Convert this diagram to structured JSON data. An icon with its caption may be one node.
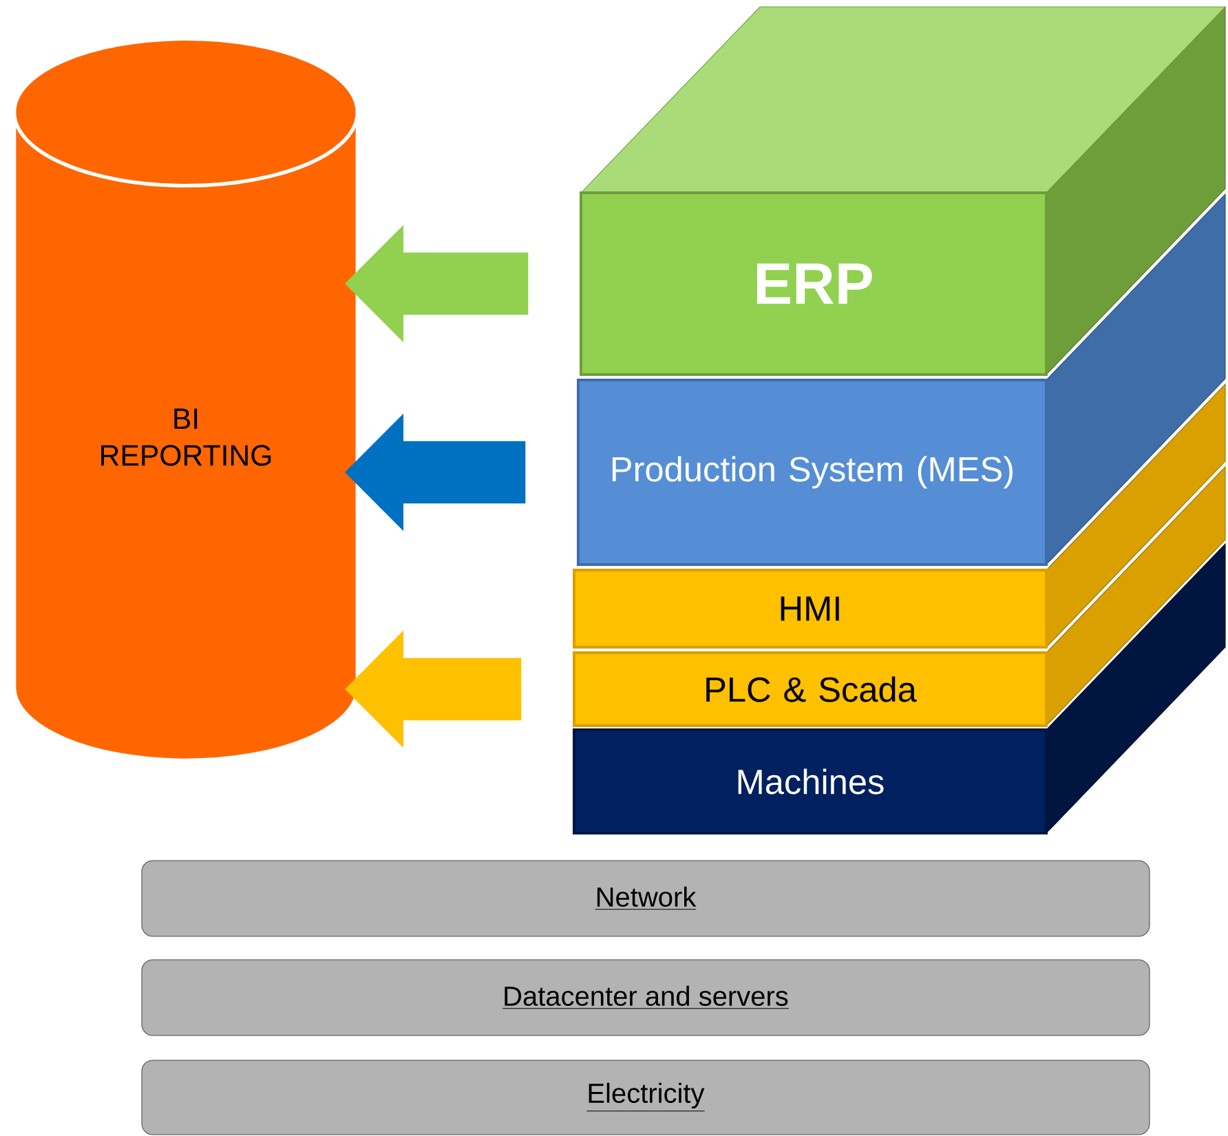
{
  "diagram": {
    "nodes": [
      {
        "text": [
          "BI REPORTING"
        ]
      },
      {
        "text": [
          "ERP"
        ]
      },
      {
        "text": [
          "Production System (MES)"
        ]
      },
      {
        "text": [
          "HMI"
        ]
      },
      {
        "text": [
          "PLC & Scada"
        ]
      },
      {
        "text": [
          "Machines"
        ]
      },
      {
        "text": [
          "Network"
        ]
      },
      {
        "text": [
          "Datacenter and servers"
        ]
      },
      {
        "text": [
          "Electricity"
        ]
      }
    ],
    "edges": [
      {
        "from": 1,
        "to": 0,
        "arrow": "to",
        "color": "#92d050"
      },
      {
        "from": 2,
        "to": 0,
        "arrow": "to",
        "color": "#0070c0"
      },
      {
        "from": 4,
        "to": 0,
        "arrow": "to",
        "color": "#ffc000"
      }
    ]
  }
}
